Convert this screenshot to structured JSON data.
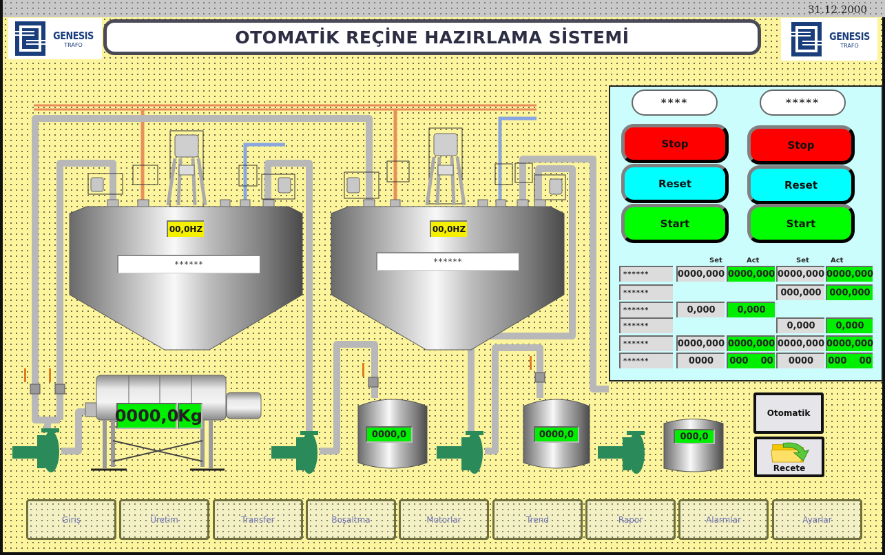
{
  "header": {
    "date": "31.12.2000",
    "title": "OTOMATİK REÇİNE HAZIRLAMA SİSTEMİ",
    "logo_left": {
      "brand": "GENESIS",
      "sub": "TRAFO"
    },
    "logo_right": {
      "brand": "GENESIS",
      "sub": "TRAFO"
    }
  },
  "plant": {
    "reactor1": {
      "frequency": "00,0HZ",
      "name": "******"
    },
    "reactor2": {
      "frequency": "00,0HZ",
      "name": "******"
    },
    "weigh_tank": {
      "value": "0000,0",
      "unit": "Kg"
    },
    "tank1": {
      "value": "0000,0"
    },
    "tank2": {
      "value": "0000,0"
    },
    "tank3": {
      "value": "000,0"
    }
  },
  "control_panel": {
    "columns": [
      {
        "name": "****",
        "stop": "Stop",
        "reset": "Reset",
        "start": "Start"
      },
      {
        "name": "*****",
        "stop": "Stop",
        "reset": "Reset",
        "start": "Start"
      }
    ],
    "headers": {
      "set1": "Set",
      "act1": "Act",
      "set2": "Set",
      "act2": "Act"
    },
    "rows": [
      {
        "label": "******",
        "set1": "0000,000",
        "act1": "0000,000",
        "set2": "0000,000",
        "act2": "0000,000"
      },
      {
        "label": "******",
        "set1": null,
        "act1": null,
        "set2": "000,000",
        "act2": "000,000"
      },
      {
        "label": "******",
        "set1": "0,000",
        "act1": "0,000",
        "set2": null,
        "act2": null
      },
      {
        "label": "******",
        "set1": null,
        "act1": null,
        "set2": "0,000",
        "act2": "0,000"
      },
      {
        "label": "******",
        "set1": "0000,000",
        "act1": "0000,000",
        "set2": "0000,000",
        "act2": "0000,000"
      },
      {
        "label": "******",
        "set1": "0000",
        "act1": "000    00",
        "set2": "0000",
        "act2": "000    00"
      }
    ]
  },
  "side_buttons": {
    "auto": "Otomatik",
    "recipe": "Recete"
  },
  "nav": [
    "Giriş",
    "Üretim",
    "Transfer",
    "Boşaltma",
    "Motorlar",
    "Trend",
    "Rapor",
    "Alarmlar",
    "Ayarlar"
  ],
  "colors": {
    "stop": "#ff0000",
    "reset": "#00ffff",
    "start": "#00ff00",
    "background": "#fdf59d",
    "value_green": "#00ee00",
    "hz_yellow": "#f5f000"
  }
}
